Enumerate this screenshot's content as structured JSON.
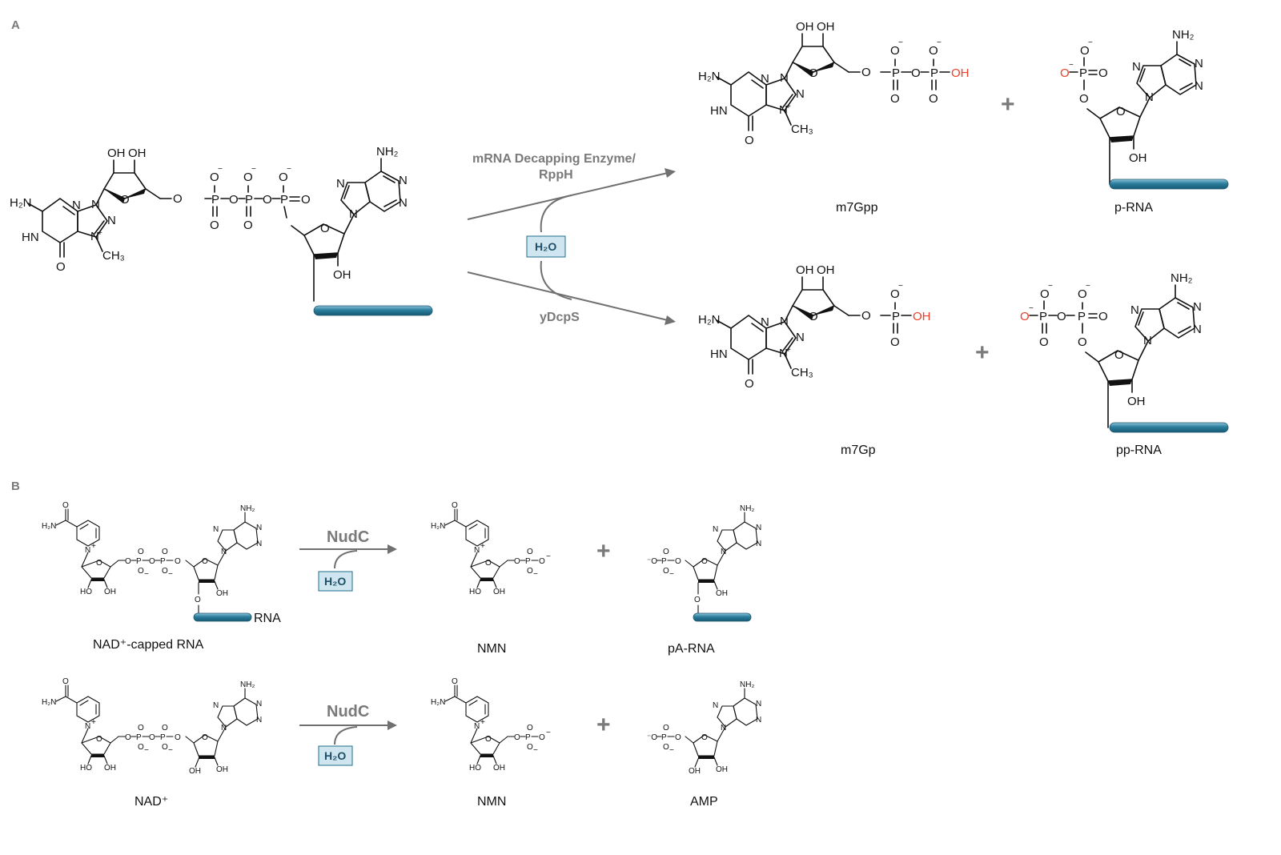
{
  "panels": {
    "a": "A",
    "b": "B"
  },
  "panel_a": {
    "enzyme_top_line1": "mRNA Decapping Enzyme/",
    "enzyme_top_line2": "RppH",
    "enzyme_bottom": "yDcpS",
    "water": "H₂O",
    "plus": "+",
    "products": {
      "m7gpp": "m7Gpp",
      "p_rna": "p-RNA",
      "m7gp": "m7Gp",
      "pp_rna": "pp-RNA"
    }
  },
  "panel_b": {
    "enzyme": "NudC",
    "water": "H₂O",
    "plus": "+",
    "row1": {
      "substrate": "NAD⁺-capped RNA",
      "rna_tag": "RNA",
      "product1": "NMN",
      "product2": "pA-RNA"
    },
    "row2": {
      "substrate": "NAD⁺",
      "product1": "NMN",
      "product2": "AMP"
    }
  },
  "colors": {
    "rna_bar": "#2a7d9c",
    "water_box": "#cfe5ef",
    "highlight_red": "#e8412b",
    "arrow_gray": "#707070"
  }
}
